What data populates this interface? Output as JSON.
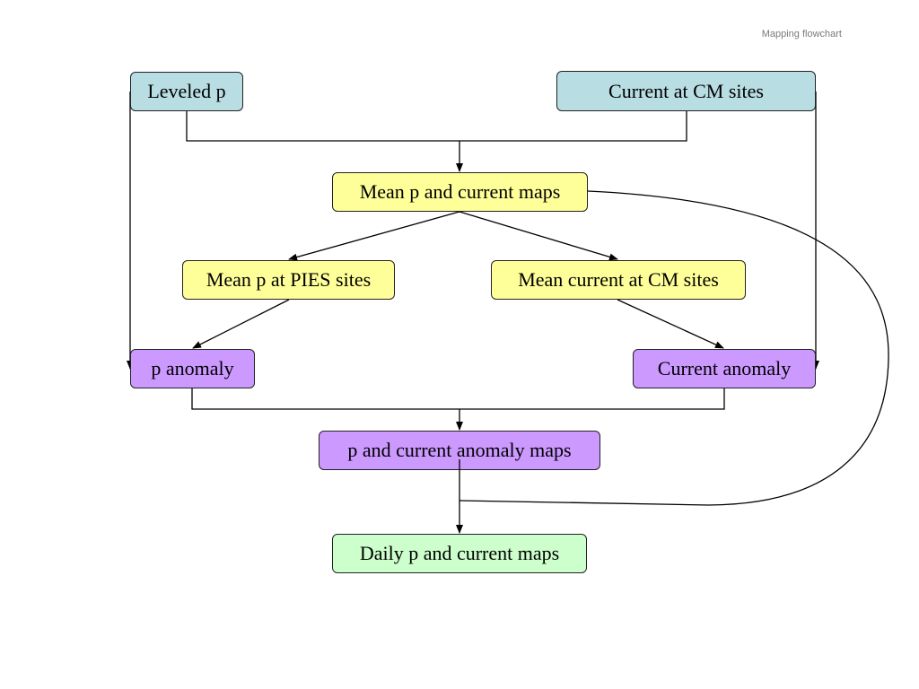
{
  "header": {
    "title": "Mapping flowchart"
  },
  "colors": {
    "teal": "#b8dde2",
    "yellow": "#ffff99",
    "purple": "#cc99ff",
    "green": "#ccffcc",
    "line": "#000000"
  },
  "nodes": {
    "leveled_p": "Leveled p",
    "current_cm": "Current at CM sites",
    "mean_maps": "Mean p and current maps",
    "mean_p_pies": "Mean p at PIES sites",
    "mean_current_cm": "Mean current at CM sites",
    "p_anomaly": "p anomaly",
    "current_anomaly": "Current anomaly",
    "anomaly_maps": "p and current anomaly maps",
    "daily_maps": "Daily p and current maps"
  }
}
